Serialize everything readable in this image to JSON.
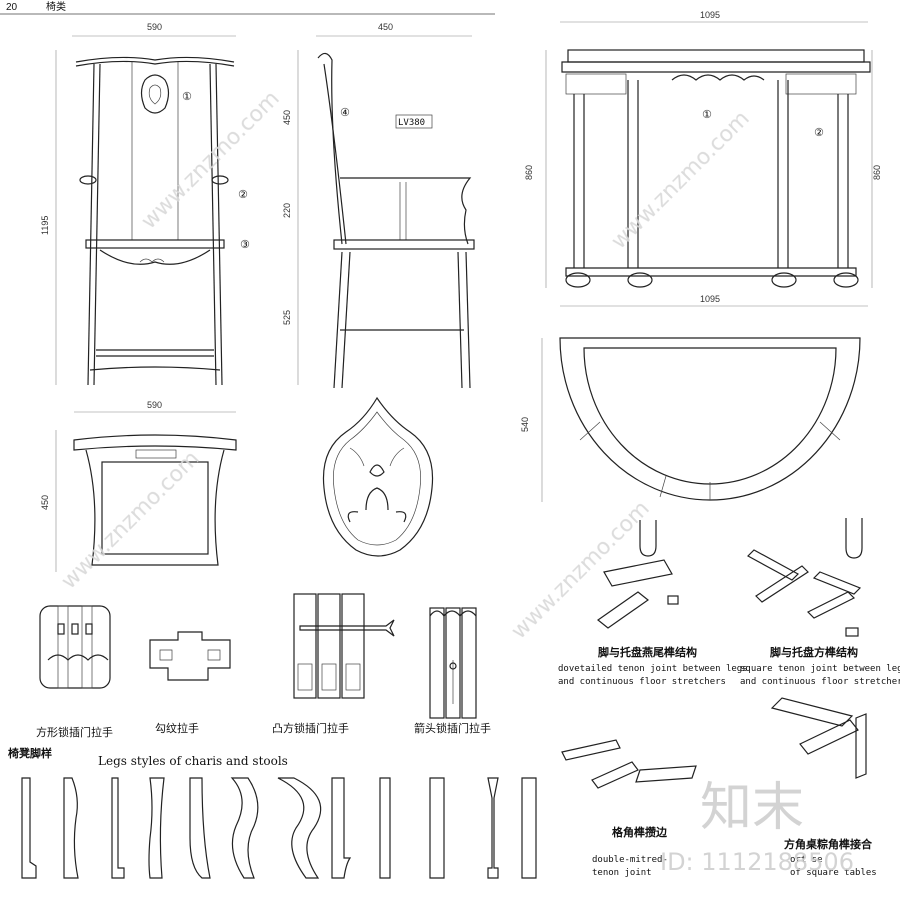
{
  "header": {
    "page_number": "20",
    "section": "椅类"
  },
  "chair": {
    "front_width": "590",
    "side_depth": "450",
    "total_height": "1195",
    "back_height": "450",
    "arm_height": "220",
    "seat_height": "525",
    "top_width": "590",
    "top_depth": "450",
    "callout_1": "①",
    "callout_2": "②",
    "callout_3": "③",
    "callout_4": "④",
    "model_tag": "LV380"
  },
  "table": {
    "front_width": "1095",
    "height_left": "860",
    "height_right": "860",
    "plan_width": "1095",
    "plan_depth": "540",
    "callout_1": "①",
    "callout_2": "②"
  },
  "hardware": [
    {
      "label": "方形锁插门拉手"
    },
    {
      "label": "勾纹拉手"
    },
    {
      "label": "凸方锁插门拉手"
    },
    {
      "label": "箭头锁插门拉手"
    }
  ],
  "joints": [
    {
      "title": "脚与托盘燕尾榫结构",
      "desc_1": "dovetailed tenon joint between legs",
      "desc_2": "and continuous floor stretchers"
    },
    {
      "title": "脚与托盘方榫结构",
      "desc_1": "square tenon joint between legs",
      "desc_2": "and continuous floor stretchers"
    },
    {
      "title_partial": "格角榫攒边",
      "desc_1": "double-mitred-",
      "desc_2": "tenon joint"
    },
    {
      "title_partial": "方角桌粽角榫接合",
      "desc_1": "ort se",
      "desc_2": "of square tables"
    }
  ],
  "legs": {
    "title_cn": "椅凳脚样",
    "title_en": "Legs styles of charis and stools"
  },
  "watermark": {
    "site": "www.znzmo.com",
    "brand": "知末",
    "id": "ID: 1112188506"
  }
}
